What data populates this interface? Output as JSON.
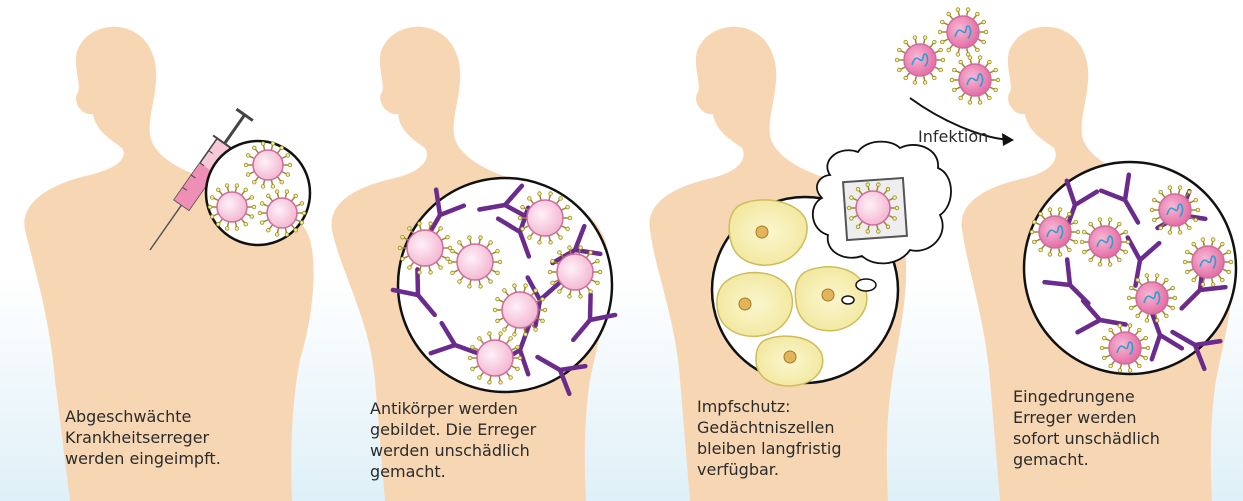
{
  "colors": {
    "skin": "#f7d7b3",
    "skin_shadow": "#efc9a0",
    "background_fade": "#e4f3fa",
    "antibody": "#6a2b8c",
    "pathogen_core": "#f6c9dd",
    "pathogen_rim": "#d06aa0",
    "spike": "#9a8a2a",
    "memory_cell": "#f6f0a8",
    "nucleus": "#d9a84a",
    "rna": "#2a9fd0",
    "text": "#2b2b2b"
  },
  "panels": [
    {
      "caption": "Abgeschwächte\nKrankheitserreger\nwerden eingeimpft.",
      "icon": "syringe-icon"
    },
    {
      "caption": "Antikörper werden\ngebildet. Die Erreger\nwerden unschädlich\ngemacht.",
      "icon": "antibody-icon"
    },
    {
      "caption": "Impfschutz:\nGedächtniszellen\nbleiben langfristig\nverfügbar.",
      "icon": "memory-cell-icon"
    },
    {
      "caption": "Eingedrungene\nErreger werden\nsofort unschädlich\ngemacht.",
      "icon": "virus-icon"
    }
  ],
  "infection_label": "Infektion"
}
